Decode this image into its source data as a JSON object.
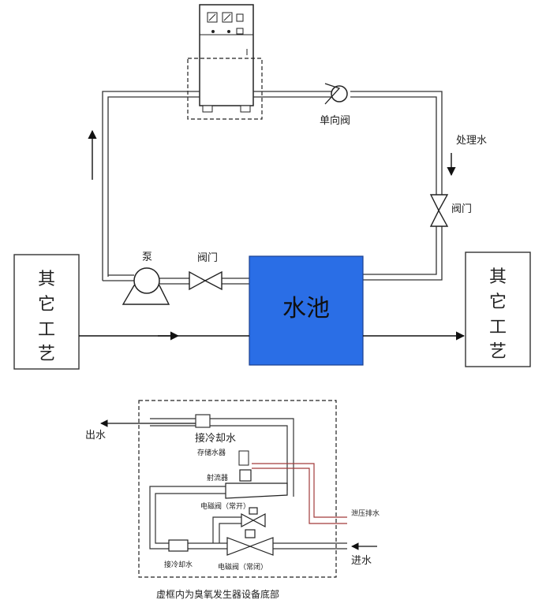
{
  "top": {
    "check_valve": "单向阀",
    "treated_water": "处理水",
    "valve_right": "阀门",
    "pump": "泵",
    "valve_left": "阀门",
    "pool": "水池",
    "other_process_left": [
      "其",
      "它",
      "工",
      "艺"
    ],
    "other_process_right": [
      "其",
      "它",
      "工",
      "艺"
    ]
  },
  "bottom": {
    "outlet": "出水",
    "cooling_in_top": "接冷却水",
    "reservoir": "存储水器",
    "ejector": "射流器",
    "solenoid_open": "电磁阀（常开）",
    "pressure_drain": "泄压排水",
    "inlet": "进水",
    "cooling_in_bottom": "接冷却水",
    "solenoid_closed": "电磁阀（常闭）",
    "caption": "虚框内为臭氧发生器设备底部"
  },
  "colors": {
    "pool_fill": "#2a6ee6",
    "pipe": "#333333",
    "pressure_pipe": "#a23b3b",
    "line": "#222222"
  }
}
